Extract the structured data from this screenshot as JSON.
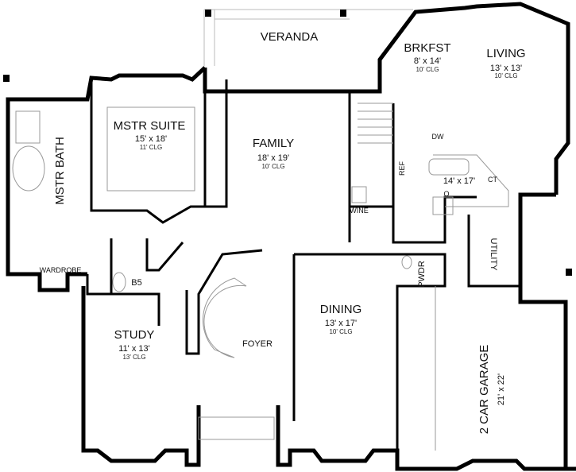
{
  "rooms": {
    "veranda": {
      "name": "VERANDA"
    },
    "brkfst": {
      "name": "BRKFST",
      "size": "8' x 14'",
      "ceiling": "10' CLG"
    },
    "living": {
      "name": "LIVING",
      "size": "13' x 13'",
      "ceiling": "10' CLG"
    },
    "mstr_suite": {
      "name": "MSTR SUITE",
      "size": "15' x 18'",
      "ceiling": "11' CLG"
    },
    "family": {
      "name": "FAMILY",
      "size": "18' x 19'",
      "ceiling": "10' CLG"
    },
    "mstr_bath": {
      "name": "MSTR BATH"
    },
    "kitchen": {
      "size": "14' x 17'"
    },
    "wine": {
      "name": "WINE"
    },
    "wardrobe": {
      "name": "WARDROBE"
    },
    "b5": {
      "name": "B5"
    },
    "utility": {
      "name": "UTILITY"
    },
    "pwdr": {
      "name": "PWDR"
    },
    "dining": {
      "name": "DINING",
      "size": "13' x 17'",
      "ceiling": "10' CLG"
    },
    "study": {
      "name": "STUDY",
      "size": "11' x 13'",
      "ceiling": "13' CLG"
    },
    "foyer": {
      "name": "FOYER"
    },
    "garage": {
      "name": "2 CAR GARAGE",
      "size": "21' x 22'"
    }
  },
  "fixtures": {
    "dw": "DW",
    "ref": "REF",
    "ct": "CT",
    "oven": "O"
  }
}
